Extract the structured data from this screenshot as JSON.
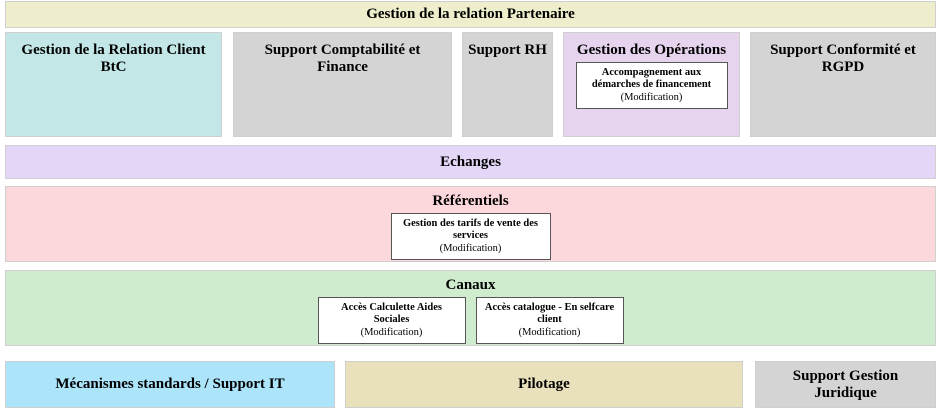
{
  "banner": {
    "title": "Gestion de la relation Partenaire",
    "color": "#eeeecc"
  },
  "domains": [
    {
      "label": "Gestion de la Relation Client BtC",
      "color": "#c3e7e6",
      "cards": []
    },
    {
      "label": "Support Comptabilité et Finance",
      "color": "#d4d4d4",
      "cards": []
    },
    {
      "label": "Support RH",
      "color": "#d4d4d4",
      "cards": []
    },
    {
      "label": "Gestion des Opérations",
      "color": "#e6d4ee",
      "cards": [
        {
          "name": "Accompagnement aux démarches de financement",
          "state": "(Modification)"
        }
      ]
    },
    {
      "label": "Support Conformité et RGPD",
      "color": "#d4d4d4",
      "cards": []
    }
  ],
  "bands": [
    {
      "label": "Echanges",
      "color": "#e3d6f7",
      "cards": []
    },
    {
      "label": "Référentiels",
      "color": "#fcd8dc",
      "cards": [
        {
          "name": "Gestion des tarifs de vente des services",
          "state": "(Modification)"
        }
      ]
    },
    {
      "label": "Canaux",
      "color": "#cfeccf",
      "cards": [
        {
          "name": "Accès Calculette Aides Sociales",
          "state": "(Modification)"
        },
        {
          "name": "Accès catalogue - En selfcare client",
          "state": "(Modification)"
        }
      ]
    }
  ],
  "support": [
    {
      "label": "Mécanismes standards / Support IT",
      "color": "#ace4fa"
    },
    {
      "label": "Pilotage",
      "color": "#e9e0bc"
    },
    {
      "label": "Support Gestion Juridique",
      "color": "#d4d4d4"
    }
  ]
}
